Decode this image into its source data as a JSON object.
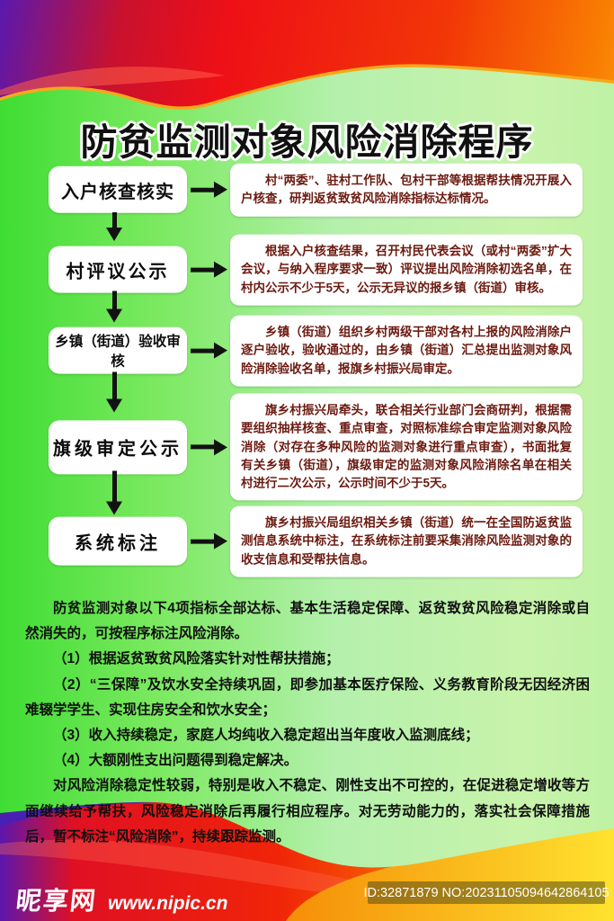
{
  "title": "防贫监测对象风险消除程序",
  "flow": {
    "steps": [
      {
        "label": "入户核查核实",
        "description": "村“两委”、驻村工作队、包村干部等根据帮扶情况开展入户核查，研判返贫致贫风险消除指标达标情况。"
      },
      {
        "label": "村评议公示",
        "description": "根据入户核查结果，召开村民代表会议（或村“两委”扩大会议，与纳入程序要求一致）评议提出风险消除初选名单，在村内公示不少于5天，公示无异议的报乡镇（街道）审核。"
      },
      {
        "label": "乡镇（街道）验收审核",
        "description": "乡镇（街道）组织乡村两级干部对各村上报的风险消除户逐户验收，验收通过的，由乡镇（街道）汇总提出监测对象风险消除验收名单，报旗乡村振兴局审定。"
      },
      {
        "label": "旗级审定公示",
        "description": "旗乡村振兴局牵头，联合相关行业部门会商研判，根据需要组织抽样核查、重点审查，对照标准综合审定监测对象风险消除（对存在多种风险的监测对象进行重点审查），书面批复有关乡镇（街道），旗级审定的监测对象风险消除名单在相关村进行二次公示，公示时间不少于5天。"
      },
      {
        "label": "系统标注",
        "description": "旗乡村振兴局组织相关乡镇（街道）统一在全国防返贫监测信息系统中标注，在系统标注前要采集消除风险监测对象的收支信息和受帮扶信息。"
      }
    ]
  },
  "notes": {
    "intro": "防贫监测对象以下4项指标全部达标、基本生活稳定保障、返贫致贫风险稳定消除或自然消失的，可按程序标注风险消除。",
    "items": [
      "（1）根据返贫致贫风险落实针对性帮扶措施；",
      "（2）“三保障”及饮水安全持续巩固，即参加基本医疗保险、义务教育阶段无因经济困难辍学学生、实现住房安全和饮水安全；",
      "（3）收入持续稳定，家庭人均纯收入稳定超出当年度收入监测底线；",
      "（4）大额刚性支出问题得到稳定解决。"
    ],
    "outro": "对风险消除稳定性较弱，特别是收入不稳定、刚性支出不可控的，在促进稳定增收等方面继续给予帮扶，风险稳定消除后再履行相应程序。对无劳动能力的，落实社会保障措施后，暂不标注“风险消除”，持续跟踪监测。"
  },
  "watermark": {
    "site_name": "昵享网",
    "site_url": "www.nipic.cn",
    "id_label": "ID:32871879 NO:20231105094642864105"
  },
  "colors": {
    "green_bright": "#3fdd33",
    "green_pale": "#c8f3ab",
    "edge_orange": "#f7a81c",
    "description_text": "#6b1a10",
    "background_purple": "#5a18ae",
    "background_red": "#ee1016",
    "background_yellow": "#ffd91f"
  }
}
